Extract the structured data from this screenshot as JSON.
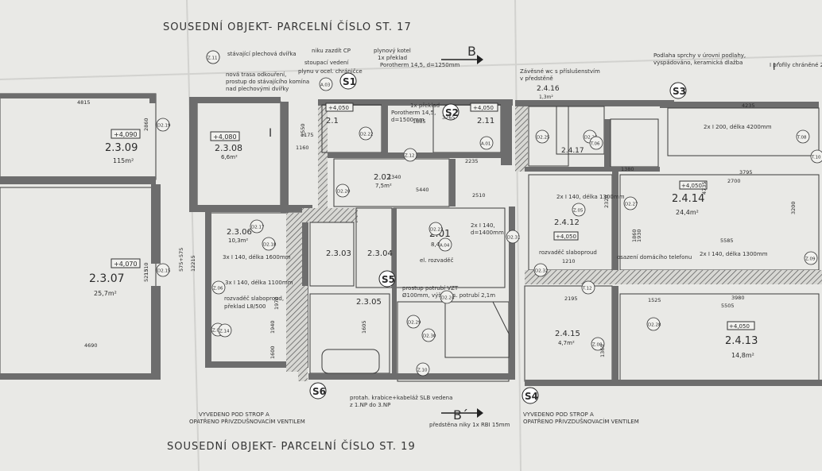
{
  "neighbors": {
    "top": "SOUSEDNÍ OBJEKT- PARCELNÍ ČÍSLO ST. 17",
    "bottom": "SOUSEDNÍ OBJEKT- PARCELNÍ ČÍSLO ST. 19"
  },
  "rooms": [
    {
      "code": "2.3.09",
      "area": "115m²",
      "level": "+4,090"
    },
    {
      "code": "2.3.08",
      "area": "6,6m²",
      "level": "+4,080"
    },
    {
      "code": "2.3.07",
      "area": "25,7m²",
      "level": "+4,070"
    },
    {
      "code": "2.3.06",
      "area": "10,3m²",
      "level": ""
    },
    {
      "code": "2.3.03",
      "area": "",
      "level": ""
    },
    {
      "code": "2.3.04",
      "area": "",
      "level": ""
    },
    {
      "code": "2.3.05",
      "area": "",
      "level": ""
    },
    {
      "code": "2.02",
      "area": "7,5m²",
      "level": ""
    },
    {
      "code": "2.01",
      "area": "8,4m²",
      "level": ""
    },
    {
      "code": "2.1",
      "area": "",
      "level": "+4,050"
    },
    {
      "code": "2.11",
      "area": "",
      "level": "+4,050"
    },
    {
      "code": "2.4.16",
      "area": "1,3m²",
      "level": ""
    },
    {
      "code": "2.4.17",
      "area": "",
      "level": ""
    },
    {
      "code": "2.4.12",
      "area": "",
      "level": "+4,050"
    },
    {
      "code": "2.4.14",
      "area": "24,4m²",
      "level": "+4,050"
    },
    {
      "code": "2.4.15",
      "area": "4,7m²",
      "level": ""
    },
    {
      "code": "2.4.13",
      "area": "14,8m²",
      "level": "+4,050"
    }
  ],
  "notes": [
    "stávající plechová dvířka",
    "nová trasa odkouření,",
    "prostup do stávajícího komína",
    "nad plechovými dvířky",
    "niku zazdít CP",
    "stoupací vedení",
    "plynu v ocel. chráničce",
    "plynový kotel",
    "1x překlad",
    "Porotherm 14,5, d=1250mm",
    "1x překlad",
    "Porotherm 14,5,",
    "d=1500mm",
    "Závěsné wc s příslušenstvím",
    "v předstěně",
    "Podlaha sprchy v úrovni podlahy,",
    "vyspádováno, keramická dlažba",
    "I profily chráněné 2x",
    "2x I 200, délka 4200mm",
    "2x I 140, délka 1300mm",
    "2x I 140,",
    "d=1400mm",
    "el. rozvaděč",
    "prostup potrubí VZT",
    "Ø100mm, výška os. potrubí 2,1m",
    "3x I 140, délka 1600mm",
    "3x I 140, délka 1100mm",
    "rozvaděč slaboproud,",
    "překlad L8/500",
    "rozvaděč slaboproud",
    "osazení domácího telefonu",
    "2x I 140, délka 1300mm",
    "protah. krabice+kabeláž SLB vedena",
    "z 1.NP do 3.NP",
    "předstěna niky 1x RBI 15mm",
    "VYVEDENO POD STROP A",
    "OPATŘENO PŘIVZDUŠNOVACÍM VENTILEM",
    "VYVEDENO POD STROP A",
    "OPATŘENO PŘIVZDUŠNOVACÍM VENTILEM"
  ],
  "sections": {
    "B_top": "B",
    "B_bottom": "B´",
    "I_top": "I",
    "I_bottom": "I´"
  },
  "stacks": [
    "S1",
    "S2",
    "S3",
    "S4",
    "S5",
    "S6"
  ],
  "door_tags": [
    "Z.12",
    "A.03",
    "D2.19",
    "D2.20",
    "D2.15",
    "D2.18",
    "D2.17",
    "D2.22",
    "D2.23",
    "D2.24",
    "D2.25",
    "D2.26",
    "D2.27",
    "D2.28",
    "D2.29",
    "D2.30",
    "D2.31",
    "D2.32",
    "Z.05",
    "Z.06",
    "Z.07",
    "Z.08",
    "Z.09",
    "Z.10",
    "Z.11",
    "Z.14",
    "Z.12",
    "T.06",
    "T.08",
    "T.10",
    "T.12",
    "A.01",
    "A.04"
  ],
  "dimensions": [
    "4815",
    "2860",
    "4690",
    "5215",
    "1310",
    "575+575",
    "12215",
    "1550",
    "1175",
    "1160",
    "1340",
    "5440",
    "2510",
    "3265",
    "1885",
    "2235",
    "1380",
    "4235",
    "3795",
    "2700",
    "5585",
    "3980",
    "5505",
    "1525",
    "1860",
    "3200",
    "1930",
    "4735",
    "2320",
    "2195",
    "1210",
    "1360",
    "1940",
    "1970",
    "1600",
    "1605"
  ]
}
